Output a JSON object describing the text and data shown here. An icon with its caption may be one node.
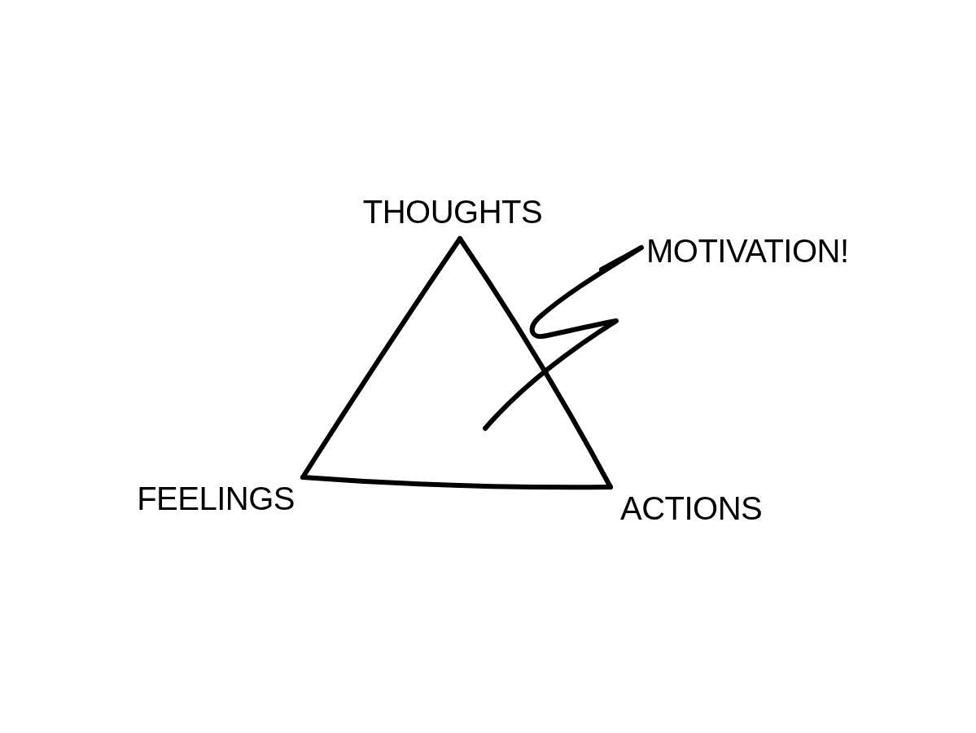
{
  "diagram": {
    "nodes": [
      {
        "text": [
          "THOUGHTS"
        ]
      },
      {
        "text": [
          "MOTIVATION!"
        ]
      },
      {
        "text": [
          "FEELINGS"
        ]
      },
      {
        "text": [
          "ACTIONS"
        ]
      }
    ],
    "edges": [
      {
        "from": 0,
        "to": 2,
        "arrow": "none"
      },
      {
        "from": 2,
        "to": 3,
        "arrow": "none"
      },
      {
        "from": 3,
        "to": 0,
        "arrow": "none"
      },
      {
        "from": 1,
        "to": null,
        "arrow": "none"
      }
    ]
  }
}
